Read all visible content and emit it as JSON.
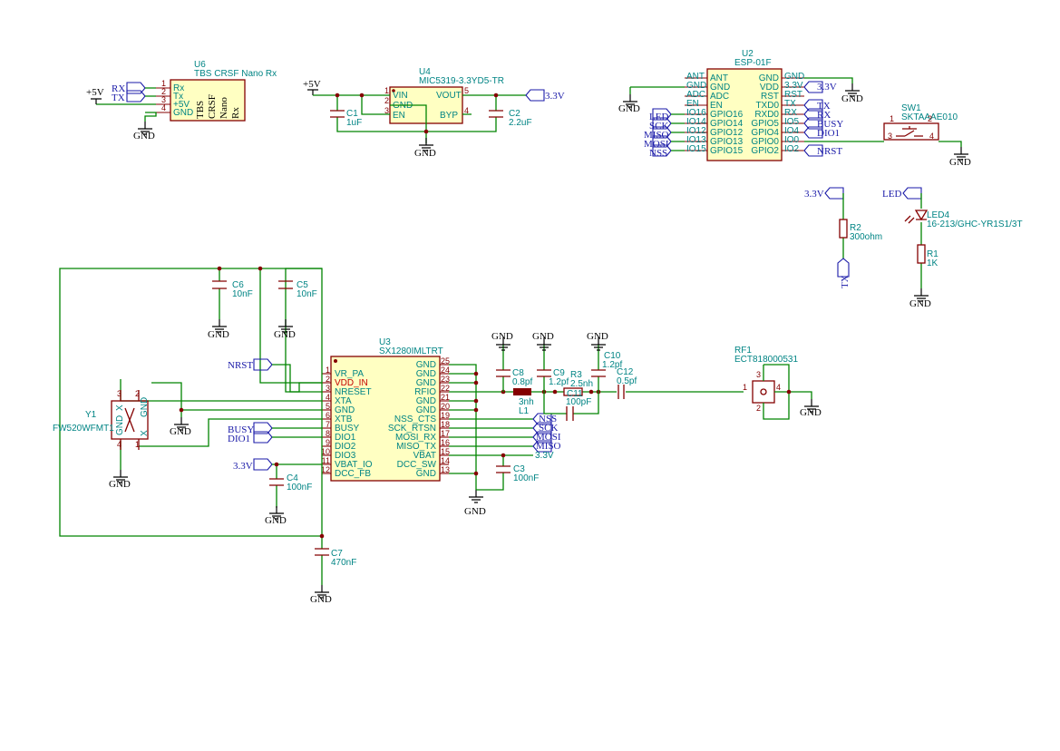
{
  "u6": {
    "ref": "U6",
    "value": "TBS CRSF Nano Rx",
    "body_lines": [
      "TBS",
      "CRSF",
      "Nano",
      "Rx"
    ],
    "pins": [
      {
        "num": "1",
        "name": "Rx"
      },
      {
        "num": "2",
        "name": "Tx"
      },
      {
        "num": "3",
        "name": "+5V"
      },
      {
        "num": "4",
        "name": "GND"
      }
    ]
  },
  "u4": {
    "ref": "U4",
    "value": "MIC5319-3.3YD5-TR",
    "left_pins": [
      {
        "num": "1",
        "name": "VIN"
      },
      {
        "num": "2",
        "name": "GND"
      },
      {
        "num": "3",
        "name": "EN"
      }
    ],
    "right_pins": [
      {
        "num": "5",
        "name": "VOUT"
      },
      {
        "num": "4",
        "name": "BYP"
      }
    ]
  },
  "c1": {
    "ref": "C1",
    "value": "1uF"
  },
  "c2": {
    "ref": "C2",
    "value": "2.2uF"
  },
  "u2": {
    "ref": "U2",
    "value": "ESP-01F",
    "left_pins": [
      "ANT",
      "GND",
      "ADC",
      "EN",
      "GPIO16",
      "GPIO14",
      "GPIO12",
      "GPIO13",
      "GPIO15"
    ],
    "right_pins": [
      "GND",
      "VDD",
      "RST",
      "TXD0",
      "RXD0",
      "GPIO5",
      "GPIO4",
      "GPIO0",
      "GPIO2"
    ],
    "left_outer": [
      "ANT",
      "GND",
      "ADC",
      "EN",
      "IO16",
      "IO14",
      "IO12",
      "IO13",
      "IO15"
    ],
    "right_outer": [
      "GND",
      "3.3V",
      "RST",
      "TX",
      "RX",
      "IO5",
      "IO4",
      "IO0",
      "IO2"
    ]
  },
  "sw1": {
    "ref": "SW1",
    "value": "SKTAAAE010",
    "pins": [
      "1",
      "2",
      "3",
      "4"
    ]
  },
  "r2": {
    "ref": "R2",
    "value": "300ohm"
  },
  "led4": {
    "ref": "LED4",
    "value": "16-213/GHC-YR1S1/3T"
  },
  "r1": {
    "ref": "R1",
    "value": "1K"
  },
  "u3": {
    "ref": "U3",
    "value": "SX1280IMLTRT",
    "left_pins": [
      {
        "num": "1",
        "name": "VR_PA"
      },
      {
        "num": "2",
        "name": "VDD_IN"
      },
      {
        "num": "3",
        "name": "NRESET"
      },
      {
        "num": "4",
        "name": "XTA"
      },
      {
        "num": "5",
        "name": "GND"
      },
      {
        "num": "6",
        "name": "XTB"
      },
      {
        "num": "7",
        "name": "BUSY"
      },
      {
        "num": "8",
        "name": "DIO1"
      },
      {
        "num": "9",
        "name": "DIO2"
      },
      {
        "num": "10",
        "name": "DIO3"
      },
      {
        "num": "11",
        "name": "VBAT_IO"
      },
      {
        "num": "12",
        "name": "DCC_FB"
      }
    ],
    "right_pins": [
      {
        "num": "25",
        "name": "GND"
      },
      {
        "num": "24",
        "name": "GND"
      },
      {
        "num": "23",
        "name": "GND"
      },
      {
        "num": "22",
        "name": "RFIO"
      },
      {
        "num": "21",
        "name": "GND"
      },
      {
        "num": "20",
        "name": "GND"
      },
      {
        "num": "19",
        "name": "NSS_CTS"
      },
      {
        "num": "18",
        "name": "SCK_RTSN"
      },
      {
        "num": "17",
        "name": "MOSI_RX"
      },
      {
        "num": "16",
        "name": "MISO_TX"
      },
      {
        "num": "15",
        "name": "VBAT"
      },
      {
        "num": "14",
        "name": "DCC_SW"
      },
      {
        "num": "13",
        "name": "GND"
      }
    ]
  },
  "c6": {
    "ref": "C6",
    "value": "10nF"
  },
  "c5": {
    "ref": "C5",
    "value": "10nF"
  },
  "c4": {
    "ref": "C4",
    "value": "100nF"
  },
  "c7": {
    "ref": "C7",
    "value": "470nF"
  },
  "c3": {
    "ref": "C3",
    "value": "100nF"
  },
  "c8": {
    "ref": "C8",
    "value": "0.8pf"
  },
  "c9": {
    "ref": "C9",
    "value": "1.2pf"
  },
  "c10": {
    "ref": "C10",
    "value": "1.2pf"
  },
  "c11": {
    "ref": "C11",
    "value": "100pF"
  },
  "c12": {
    "ref": "C12",
    "value": "0.5pf"
  },
  "r3": {
    "ref": "R3",
    "value": "2.5nh"
  },
  "l1": {
    "ref": "L1",
    "value": "3nh"
  },
  "y1": {
    "ref": "Y1",
    "value": "FW520WFMT1",
    "pins": [
      "1",
      "2",
      "3",
      "4"
    ],
    "inner": [
      "X",
      "GND",
      "GND",
      "X"
    ]
  },
  "rf1": {
    "ref": "RF1",
    "value": "ECT818000531",
    "pins": [
      "1",
      "2",
      "3",
      "4"
    ]
  },
  "net": {
    "gnd": "GND",
    "p5v": "+5V",
    "p33v": "3.3V",
    "rx": "RX",
    "tx": "TX",
    "led": "LED",
    "sck": "SCK",
    "miso": "MISO",
    "mosi": "MOSI",
    "nss": "NSS",
    "busy": "BUSY",
    "dio1": "DIO1",
    "nrst": "NRST"
  }
}
